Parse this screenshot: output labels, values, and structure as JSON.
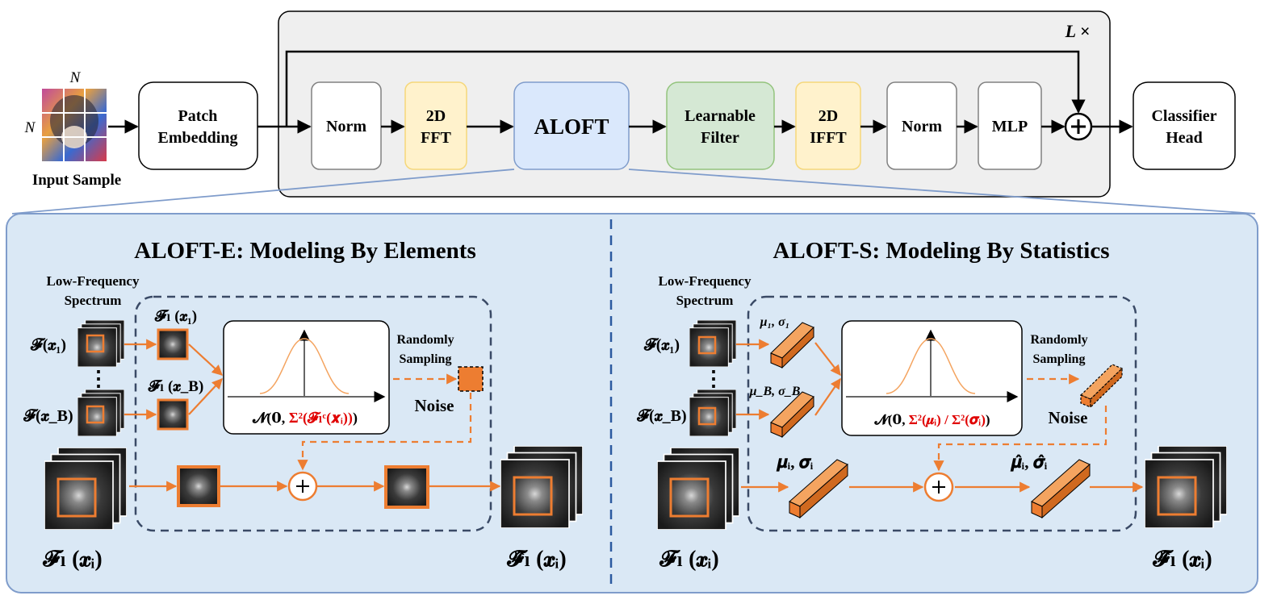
{
  "top": {
    "input_sample_label": "Input Sample",
    "n_top": "N",
    "n_left": "N",
    "patch_embedding": [
      "Patch",
      "Embedding"
    ],
    "repeat_label": "L ×",
    "norm1": "Norm",
    "fft": [
      "2D",
      "FFT"
    ],
    "aloft": "ALOFT",
    "learnable_filter": [
      "Learnable",
      "Filter"
    ],
    "ifft": [
      "2D",
      "IFFT"
    ],
    "norm2": "Norm",
    "mlp": "MLP",
    "classifier_head": [
      "Classifier",
      "Head"
    ]
  },
  "left_panel": {
    "title": "ALOFT-E: Modeling By Elements",
    "low_freq": [
      "Low-Frequency",
      "Spectrum"
    ],
    "fx1": "𝓕(𝒙₁)",
    "fxb": "𝓕(𝒙_B)",
    "fl_x1": "𝓕ₗ (𝒙₁)",
    "fl_xb": "𝓕ₗ (𝒙_B)",
    "dots": "⋮",
    "gaussian_prefix": "𝓝(𝟎, ",
    "gaussian_red": "Σ²(𝓕ₗᶜ(𝒙ᵢ))",
    "gaussian_suffix": ")",
    "randomly_sampling": [
      "Randomly",
      "Sampling"
    ],
    "noise": "Noise",
    "input_label": "𝓕ₗ (𝒙ᵢ)",
    "output_label": "𝓕̂ₗ (𝒙ᵢ)"
  },
  "right_panel": {
    "title": "ALOFT-S: Modeling By Statistics",
    "low_freq": [
      "Low-Frequency",
      "Spectrum"
    ],
    "fx1": "𝓕(𝒙₁)",
    "fxb": "𝓕(𝒙_B)",
    "mu1_sigma1": "μ₁, σ₁",
    "mub_sigmab": "μ_B, σ_B",
    "dots": "⋮",
    "gaussian_prefix": "𝓝(𝟎, ",
    "gaussian_red": "Σ²(𝝁ᵢ) / Σ²(𝝈ᵢ)",
    "gaussian_suffix": ")",
    "randomly_sampling": [
      "Randomly",
      "Sampling"
    ],
    "noise": "Noise",
    "mui_sigmai": "𝝁ᵢ, 𝝈ᵢ",
    "mui_hat_sigmai_hat": "𝝁̂ᵢ, 𝝈̂ᵢ",
    "input_label": "𝓕ₗ (𝒙ᵢ)",
    "output_label": "𝓕̂ₗ (𝒙ᵢ)"
  },
  "colors": {
    "orange": "#ed7d31",
    "panel_bg": "#dae8f5",
    "panel_border": "#7f9ccb",
    "yellow": "#fff2cc",
    "green": "#d5e8d4",
    "aloft_blue": "#dae8fc",
    "gray_bg": "#efefef",
    "dashed": "#3a4a66",
    "red": "#e00000"
  }
}
